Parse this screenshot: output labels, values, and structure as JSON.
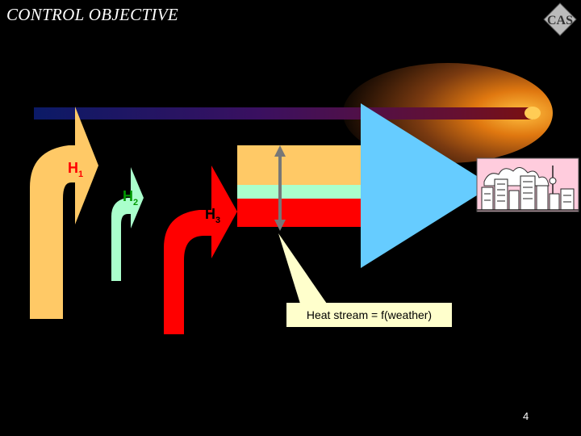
{
  "slide": {
    "title": "CONTROL OBJECTIVE",
    "page_number": "4"
  },
  "labels": {
    "h1": {
      "main": "H",
      "sub": "1"
    },
    "h2": {
      "main": "H",
      "sub": "2"
    },
    "h3": {
      "main": "H",
      "sub": "3"
    }
  },
  "callout": {
    "text": "Heat stream = f(weather)"
  },
  "colors": {
    "h1_stream": "#ffc966",
    "h2_stream": "#aaffcc",
    "h3_stream": "#ff0000",
    "arrowhead": "#66ccff",
    "city_bg": "#ffccdd",
    "logo_text": "CAS"
  }
}
